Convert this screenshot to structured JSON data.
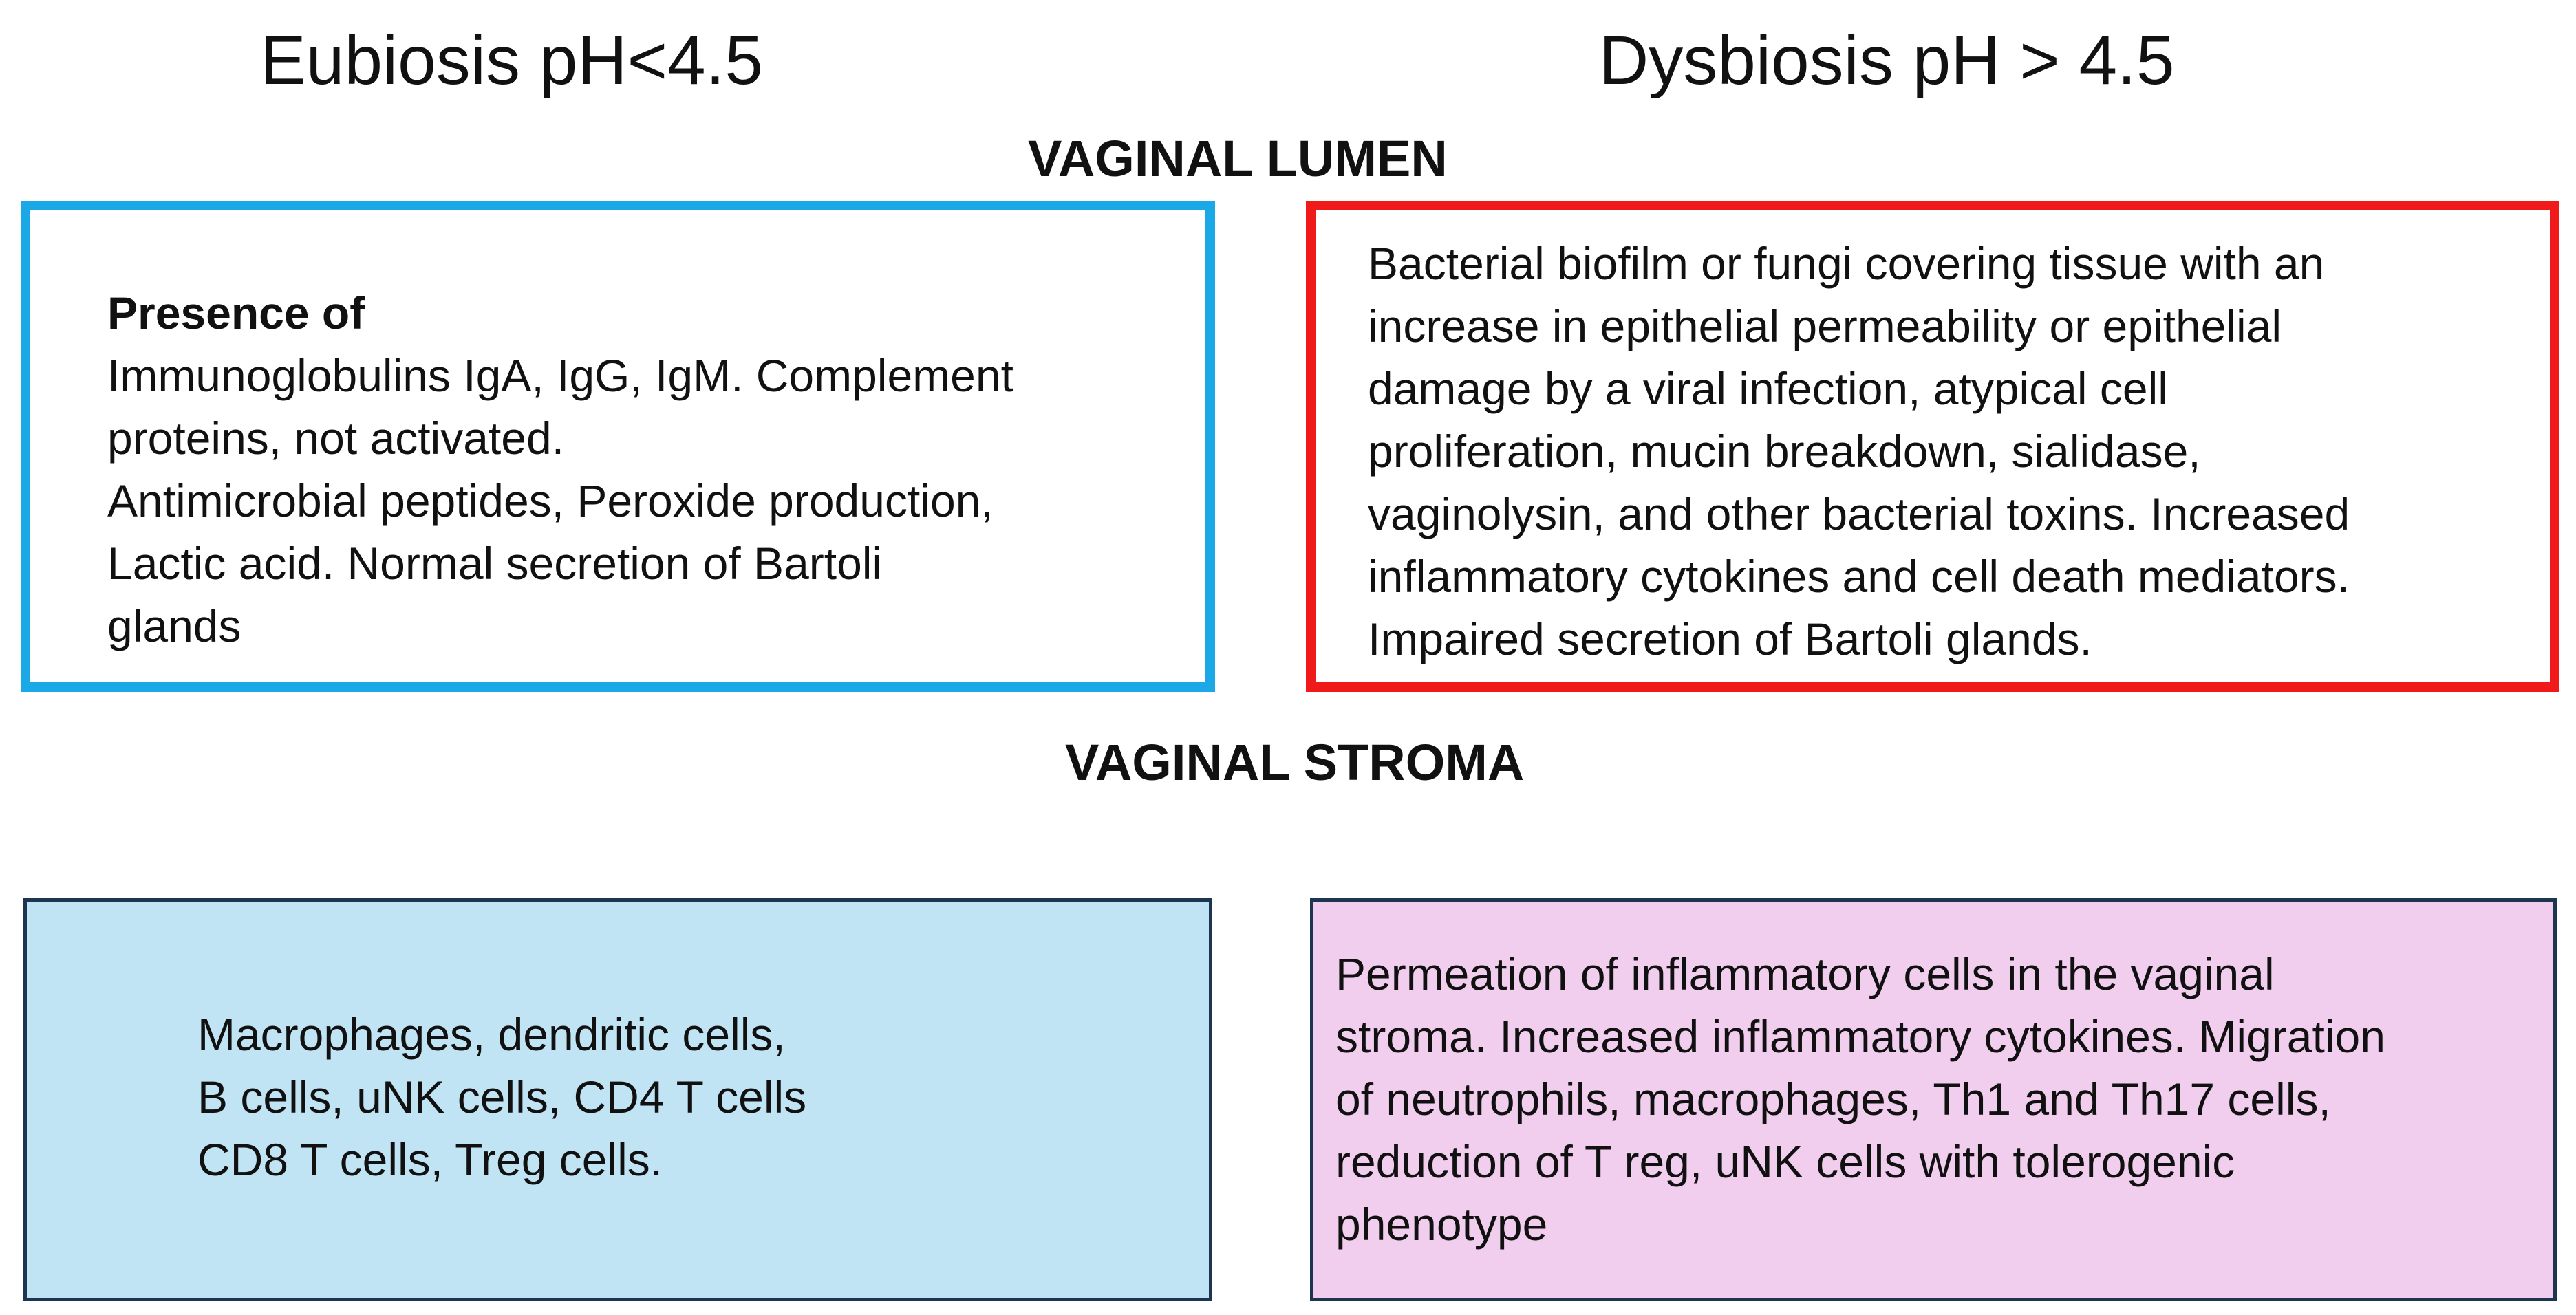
{
  "headings": {
    "left": "Eubiosis pH<4.5",
    "right": "Dysbiosis pH > 4.5"
  },
  "sections": {
    "lumen": "VAGINAL LUMEN",
    "stroma": "VAGINAL STROMA"
  },
  "boxes": {
    "eubiosis_lumen": {
      "title": "Presence of",
      "text": "Immunoglobulins IgA, IgG, IgM. Complement\nproteins, not activated.\nAntimicrobial peptides, Peroxide production,\nLactic acid. Normal secretion of Bartoli\nglands",
      "border_color": "#1aa9e6"
    },
    "dysbiosis_lumen": {
      "text": "Bacterial biofilm or fungi covering tissue with an\nincrease in epithelial permeability or epithelial\ndamage by a viral infection, atypical cell\nproliferation,  mucin breakdown, sialidase,\nvaginolysin, and other bacterial toxins. Increased\ninflammatory cytokines and cell death mediators.\nImpaired secretion of Bartoli glands.",
      "border_color": "#f01a1a"
    },
    "eubiosis_stroma": {
      "text": "Macrophages, dendritic cells,\nB cells, uNK cells, CD4 T cells\nCD8 T cells, Treg cells.",
      "fill_color": "#c1e4f5"
    },
    "dysbiosis_stroma": {
      "text": "Permeation of inflammatory cells in the vaginal\nstroma. Increased inflammatory cytokines. Migration\nof neutrophils, macrophages, Th1 and Th17 cells,\nreduction of T reg, uNK cells with tolerogenic\nphenotype",
      "fill_color": "#f1cdee"
    }
  }
}
